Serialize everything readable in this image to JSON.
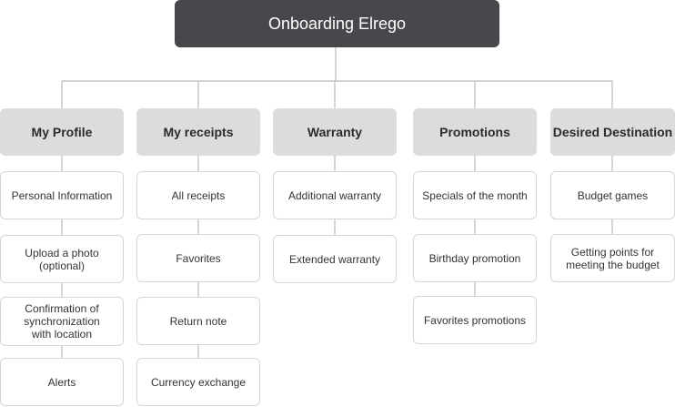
{
  "root": "Onboarding Elrego",
  "columns": [
    {
      "title": "My Profile",
      "items": [
        "Personal Information",
        "Upload a photo\n(optional)",
        "Confirmation of\nsynchronization\nwith location",
        "Alerts"
      ]
    },
    {
      "title": "My receipts",
      "items": [
        "All receipts",
        "Favorites",
        "Return note",
        "Currency exchange"
      ]
    },
    {
      "title": "Warranty",
      "items": [
        "Additional warranty",
        "Extended warranty"
      ]
    },
    {
      "title": "Promotions",
      "items": [
        "Specials of the month",
        "Birthday promotion",
        "Favorites promotions"
      ]
    },
    {
      "title": "Desired Destination",
      "items": [
        "Budget games",
        "Getting points for\nmeeting the budget"
      ]
    }
  ]
}
